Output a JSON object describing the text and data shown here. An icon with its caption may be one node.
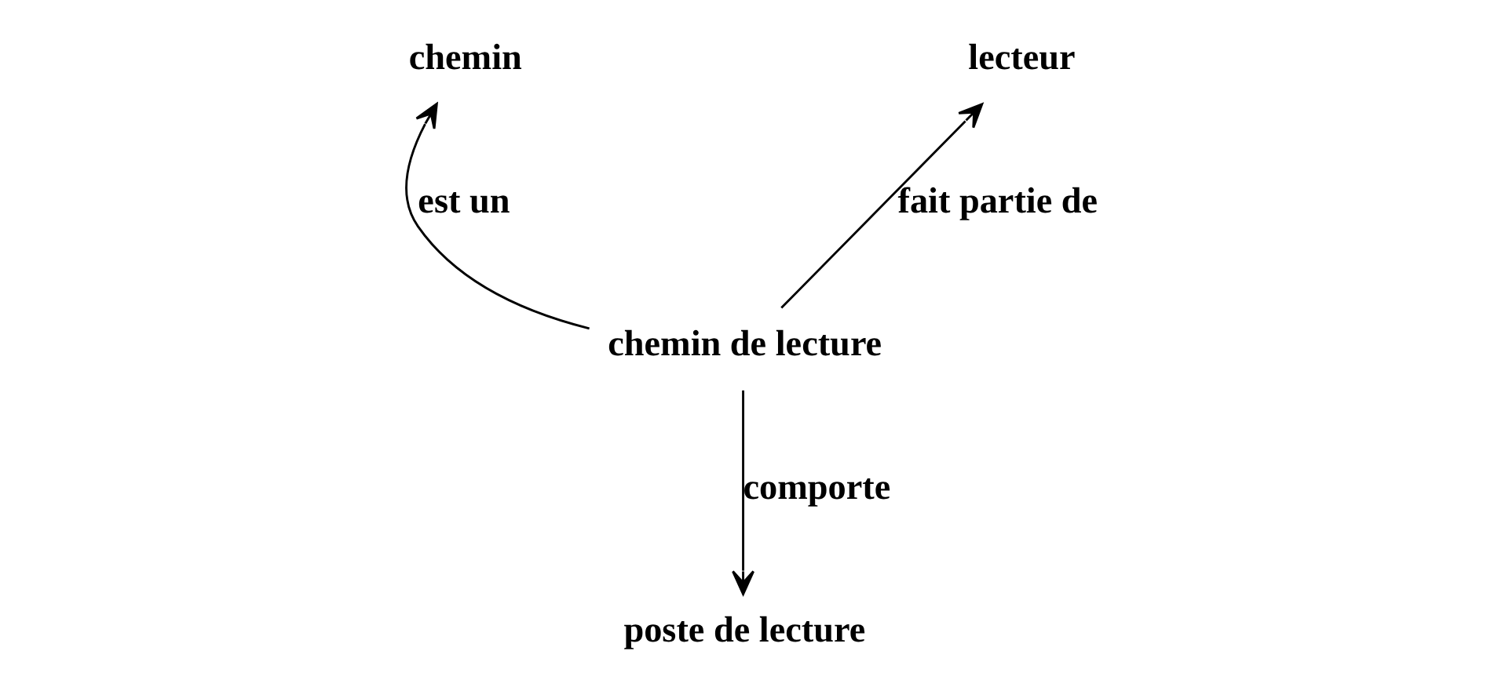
{
  "diagram": {
    "nodes": [
      {
        "text": [
          "chemin"
        ]
      },
      {
        "text": [
          "lecteur"
        ]
      },
      {
        "text": [
          "chemin de lecture"
        ]
      },
      {
        "text": [
          "poste de lecture"
        ]
      }
    ],
    "edges": [
      {
        "from": 2,
        "to": 0,
        "arrow": "to",
        "label": "est un"
      },
      {
        "from": 2,
        "to": 1,
        "arrow": "to",
        "label": "fait partie de"
      },
      {
        "from": 2,
        "to": 3,
        "arrow": "to",
        "label": "comporte"
      }
    ]
  }
}
